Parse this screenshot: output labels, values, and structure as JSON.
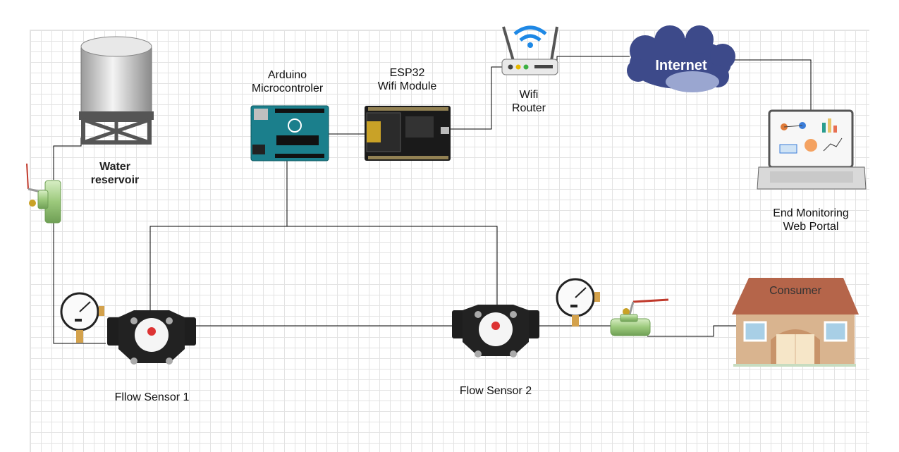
{
  "labels": {
    "water_reservoir": "Water\nreservoir",
    "arduino": "Arduino\nMicrocontroler",
    "esp32": "ESP32\nWifi Module",
    "router": "Wifi\nRouter",
    "internet": "Internet",
    "end_portal": "End Monitoring\nWeb Portal",
    "flow_sensor_1": "Fllow Sensor 1",
    "flow_sensor_2": "Flow Sensor 2",
    "consumer": "Consumer"
  },
  "colors": {
    "line": "#000000",
    "grid": "#e3e3e3",
    "cloud": "#3d4a8a",
    "house_roof": "#b5654a",
    "house_wall": "#d9b48f",
    "pcb_arduino": "#1b7f8c",
    "pcb_esp": "#1a1a1a",
    "valve_green": "#a7d08a"
  }
}
